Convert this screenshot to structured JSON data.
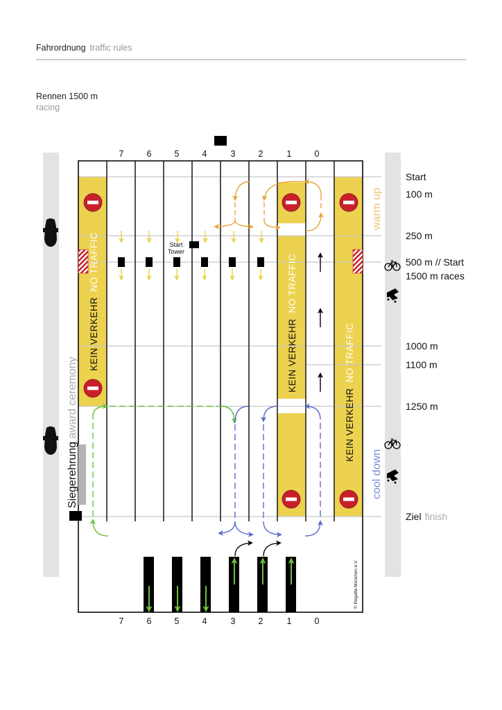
{
  "header": {
    "title": "Fahrordnung",
    "subtitle": "traffic rules"
  },
  "section": {
    "title": "Rennen 1500 m",
    "subtitle": "racing"
  },
  "lanes_top": [
    "7",
    "6",
    "5",
    "4",
    "3",
    "2",
    "1",
    "0"
  ],
  "lanes_bottom": [
    "7",
    "6",
    "5",
    "4",
    "3",
    "2",
    "1",
    "0"
  ],
  "distances": {
    "start": "Start",
    "m100": "100 m",
    "m250": "250 m",
    "m500": "500 m // Start",
    "m500b": "1500 m races",
    "m1000": "1000 m",
    "m1100": "1100 m",
    "m1250": "1250 m",
    "finish_de": "Ziel",
    "finish_en": "finish"
  },
  "zones": {
    "no_traffic_de": "KEIN VERKEHR",
    "no_traffic_en": "NO TRAFFIC",
    "warm_up": "warm up",
    "cool_down": "cool down",
    "award_de": "Siegerehrung",
    "award_en": "award ceremony",
    "start_tower_1": "Start",
    "start_tower_2": "Tower"
  },
  "copyright": "© Regatta München e.V.",
  "colors": {
    "yellow": "#ecd24f",
    "orange": "#e9a33b",
    "green": "#6cbf3c",
    "blue": "#5a6cc8",
    "red": "#c8202a",
    "gray_band": "#e3e3e3"
  }
}
